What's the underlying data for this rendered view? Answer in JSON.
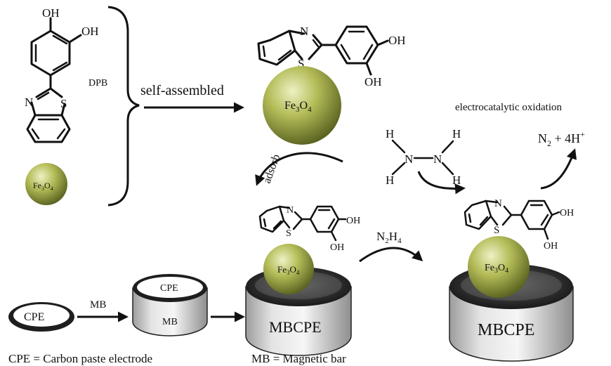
{
  "left_group": {
    "label_dpb": "DPB",
    "particle_label": {
      "main": "Fe",
      "sub1": "3",
      "mid": "O",
      "sub2": "4"
    }
  },
  "molecule_labels": {
    "oh": "OH",
    "n": "N",
    "s": "S"
  },
  "arrows": {
    "self_assembled": "self-assembled",
    "adsorb": "adsorb",
    "electrocatalytic": "electrocatalytic oxidation",
    "mb": "MB",
    "n2h4": {
      "n": "N",
      "sub1": "2",
      "h": "H",
      "sub2": "4"
    }
  },
  "particle_label": {
    "main": "Fe",
    "sub1": "3",
    "mid": "O",
    "sub2": "4"
  },
  "hydrazine": {
    "h": "H",
    "n": "N"
  },
  "product": {
    "n": "N",
    "sub": "2",
    "rest": " + 4H",
    "sup": "+"
  },
  "electrodes": {
    "cpe": "CPE",
    "mb_cyl_top": "CPE",
    "mb_cyl_side": "MB",
    "mbcpe": "MBCPE",
    "mbcpe_right": "MBCPE"
  },
  "legend": {
    "cpe_def": "CPE = Carbon paste electrode",
    "mb_def": "MB = Magnetic bar"
  },
  "colors": {
    "sphere_light": "#e8ecb4",
    "sphere_mid": "#a9b24a",
    "sphere_dark": "#5b6321",
    "cyl_side_light": "#f4f4f4",
    "cyl_side_dark": "#9a9a9a",
    "cap_dark": "#1b1b1b"
  }
}
